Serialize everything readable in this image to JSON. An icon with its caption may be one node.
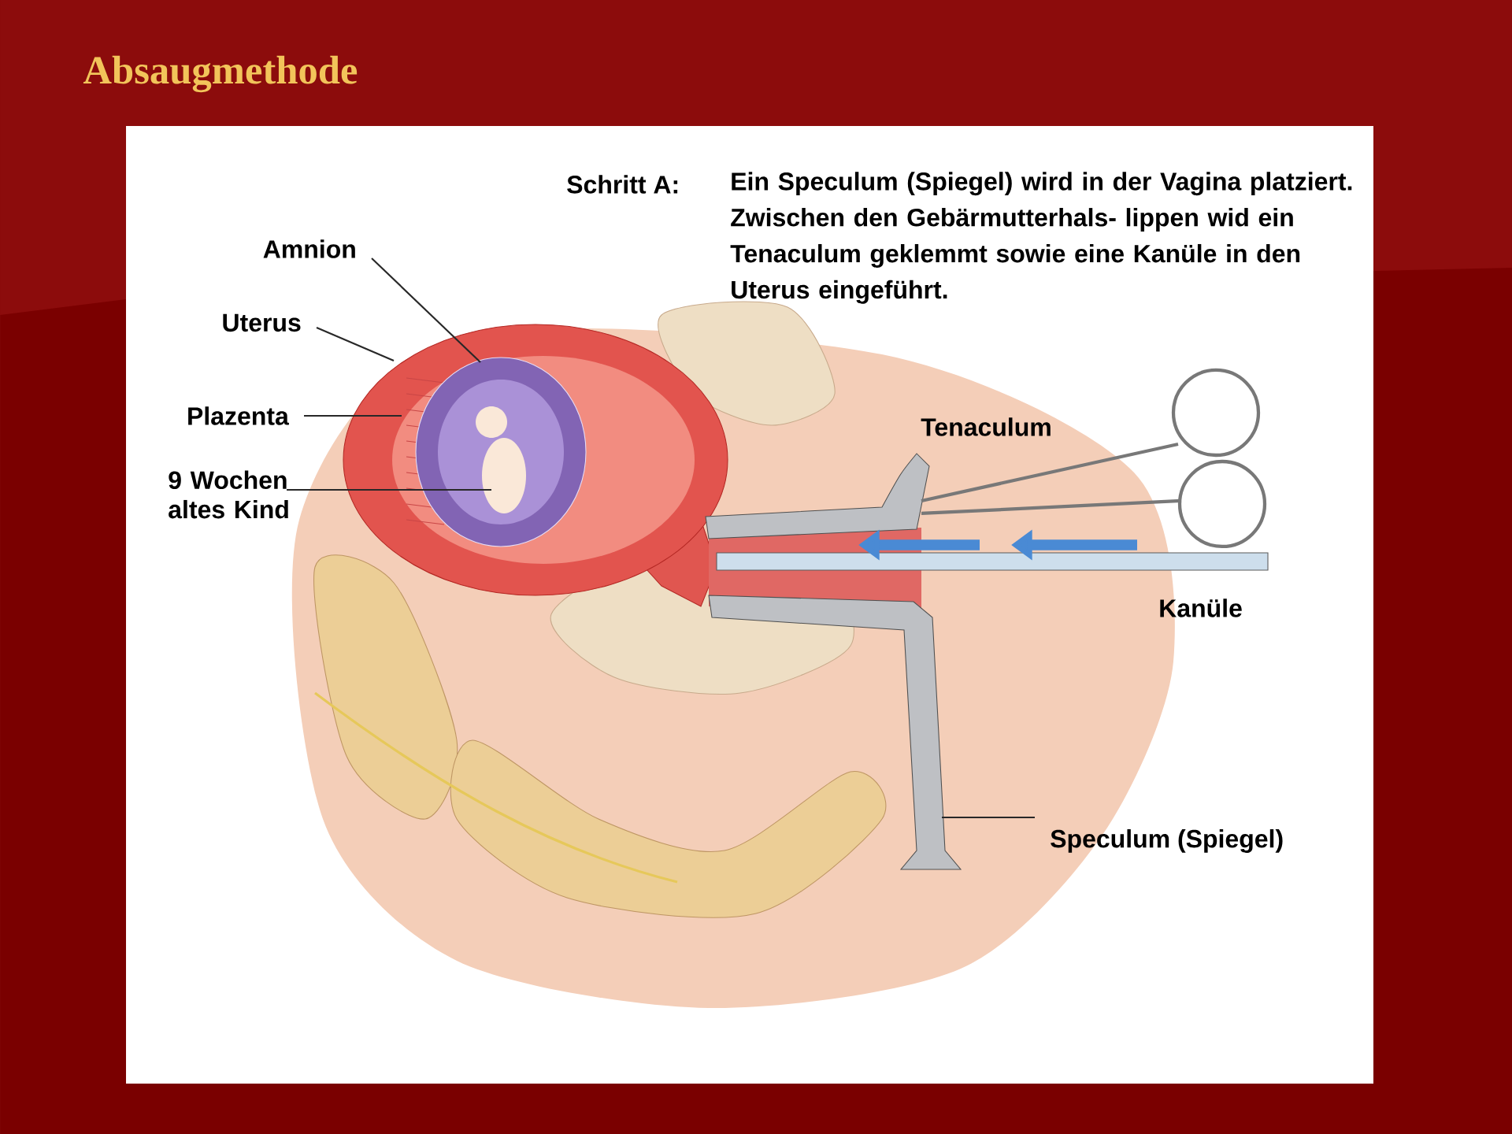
{
  "diagram": {
    "title": "Absaugmethode",
    "nodes": [
      {
        "text": [
          "Amnion"
        ]
      },
      {
        "text": [
          "Uterus"
        ]
      },
      {
        "text": [
          "Plazenta"
        ]
      },
      {
        "text": [
          "9 Wochen altes Kind"
        ]
      },
      {
        "text": [
          "Speculum (Spiegel)"
        ]
      }
    ],
    "edges": [
      {
        "from": 0,
        "to": null,
        "arrow": "none"
      },
      {
        "from": 1,
        "to": null,
        "arrow": "none"
      },
      {
        "from": 2,
        "to": null,
        "arrow": "none"
      },
      {
        "from": 3,
        "to": null,
        "arrow": "none"
      },
      {
        "from": 4,
        "to": null,
        "arrow": "none"
      }
    ],
    "labels": [
      "Schritt A:",
      "Ein Speculum (Spiegel) wird in der Vagina platziert. Zwischen den Gebärmutterhals- lippen wid ein Tenaculum geklemmt sowie eine Kanüle in den Uterus eingeführt.",
      "Tenaculum",
      "Kanüle"
    ]
  }
}
